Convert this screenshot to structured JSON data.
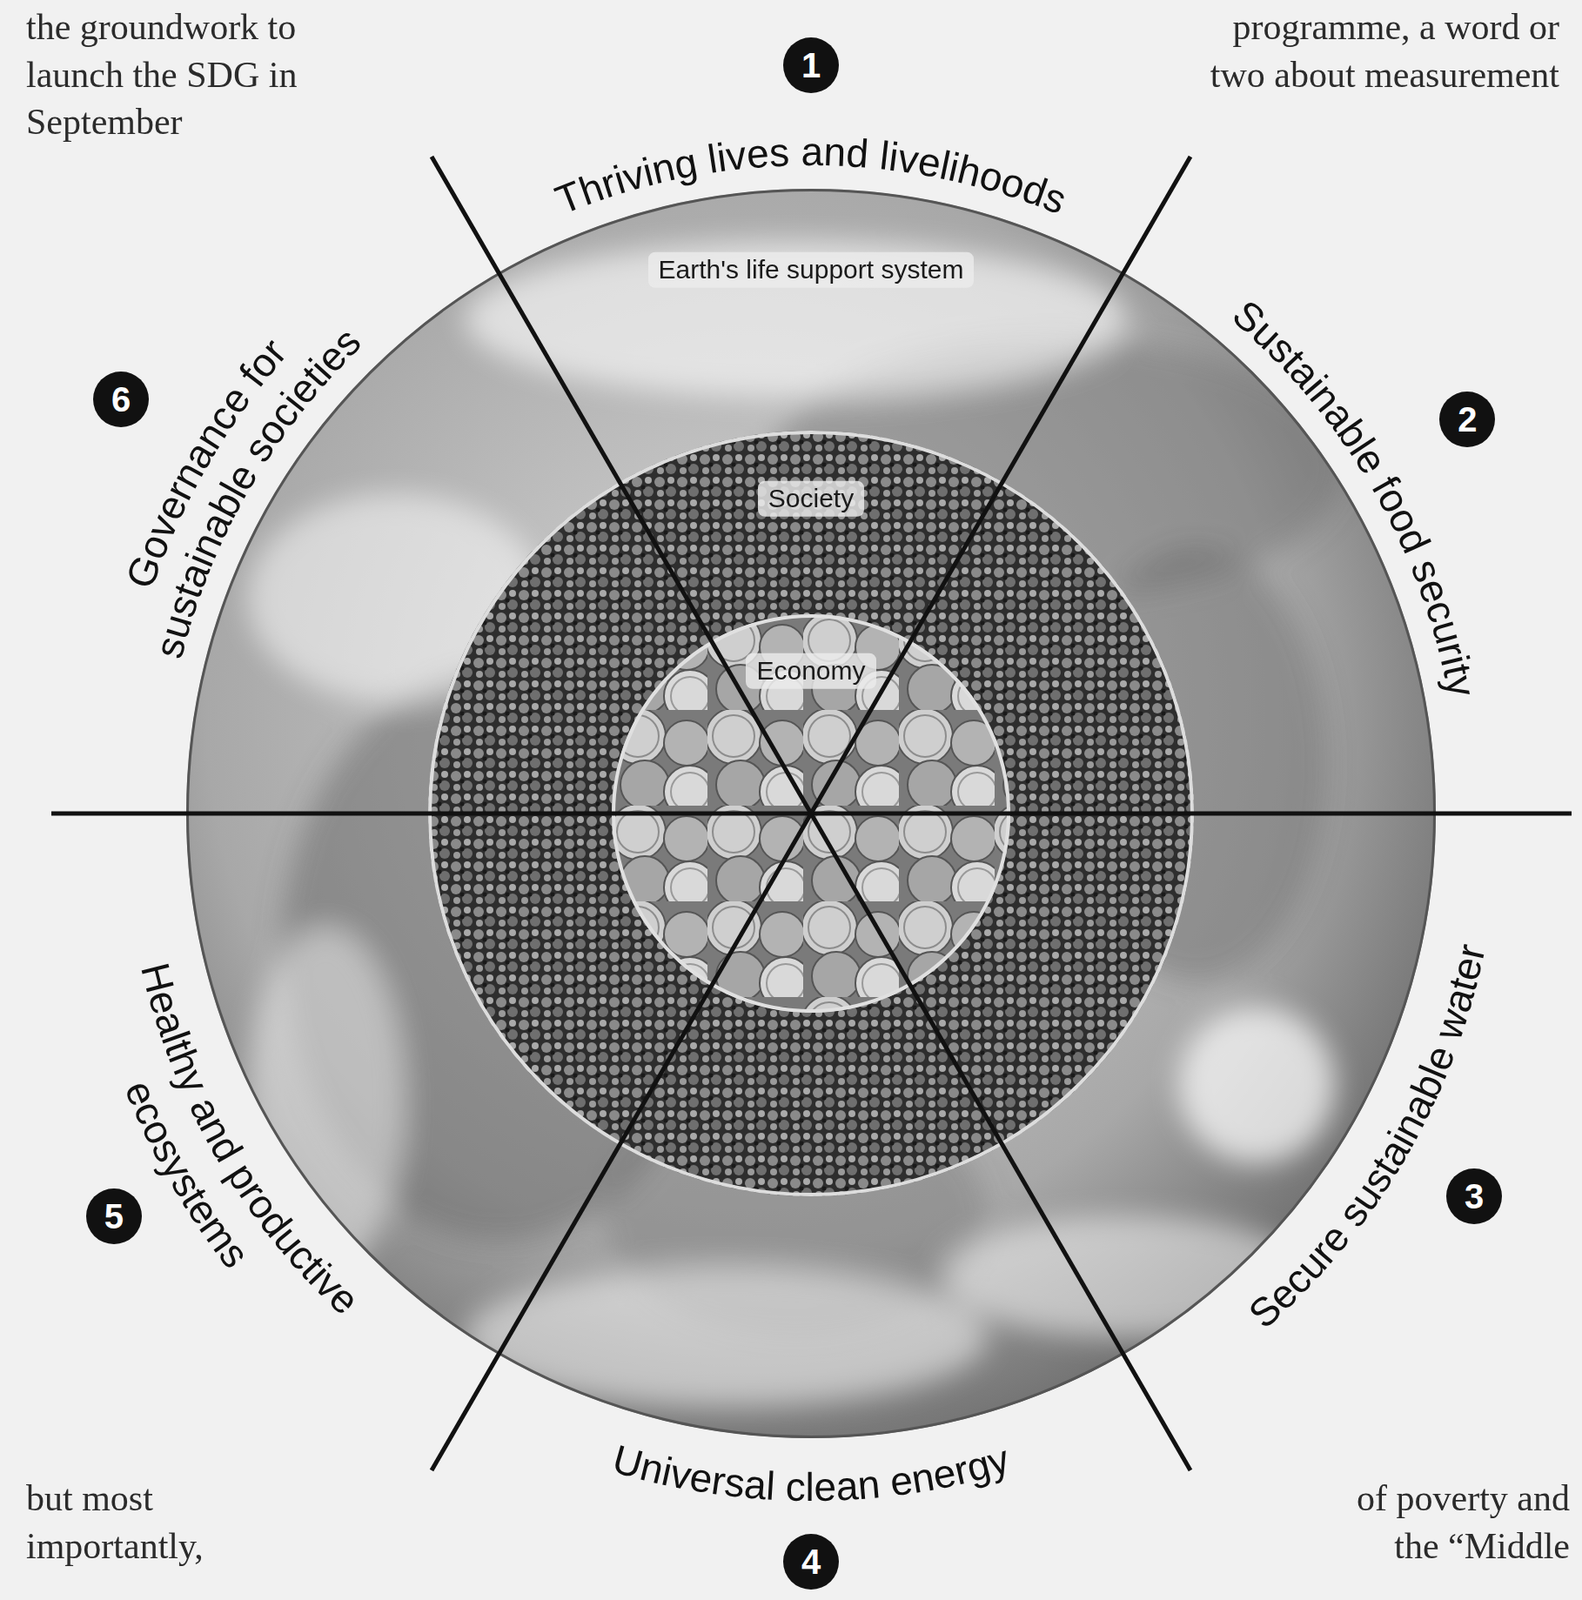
{
  "diagram": {
    "nodes": [
      {
        "text": [
          "Earth's life support system"
        ]
      },
      {
        "text": [
          "Society"
        ],
        "in": 0
      },
      {
        "text": [
          "Economy"
        ],
        "in": 1
      }
    ],
    "labels": [
      "the groundwork to launch the SDG in September",
      "1",
      "programme, a word or two about measurement",
      "Thriving lives and livelihoods",
      "Governance for",
      "sustainable societies",
      "Sustainable food security",
      "6",
      "2",
      "Healthy and productive",
      "ecosystems",
      "Secure sustainable water",
      "5",
      "3",
      "Universal clean energy",
      "but most importantly,",
      "4",
      "of poverty and the “Middle"
    ]
  }
}
